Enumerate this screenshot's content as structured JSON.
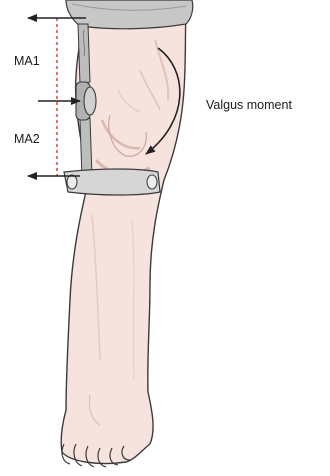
{
  "labels": {
    "ma1": "MA1",
    "ma2": "MA2",
    "valgus_moment": "Valgus moment"
  },
  "colors": {
    "skin": "#f7e3dd",
    "skin_shade": "#e9cdc6",
    "outline": "#3a3a3a",
    "brace_gray": "#bdbdbd",
    "strap_gray": "#d6d6d6",
    "dashed_red": "#d23a3a",
    "arrow_black": "#222222"
  },
  "icons": {
    "force_arrow": "arrow-icon",
    "moment_arrow": "curved-arrow-icon"
  }
}
